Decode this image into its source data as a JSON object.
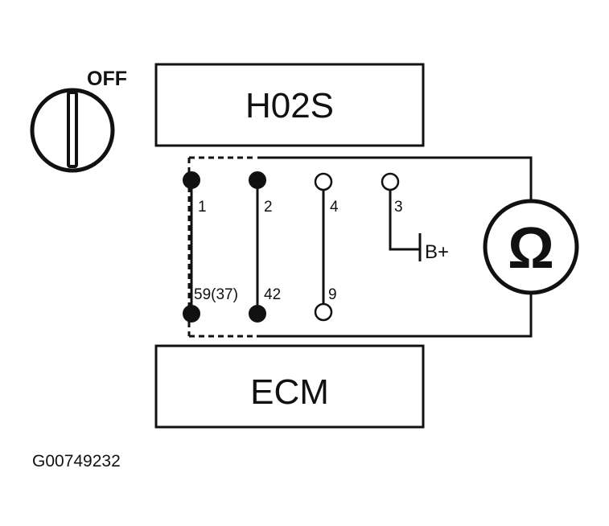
{
  "diagram": {
    "switch_state": "OFF",
    "top_module": "H02S",
    "bottom_module": "ECM",
    "pins_top": [
      "1",
      "2",
      "4",
      "3"
    ],
    "pins_bottom": [
      "59(37)",
      "42",
      "9"
    ],
    "supply_label": "B+",
    "meter_symbol": "Ω",
    "figure_id": "G00749232",
    "colors": {
      "ink": "#111111",
      "background": "#ffffff"
    },
    "icons": [
      "ignition-switch-icon",
      "ohmmeter-icon"
    ]
  }
}
